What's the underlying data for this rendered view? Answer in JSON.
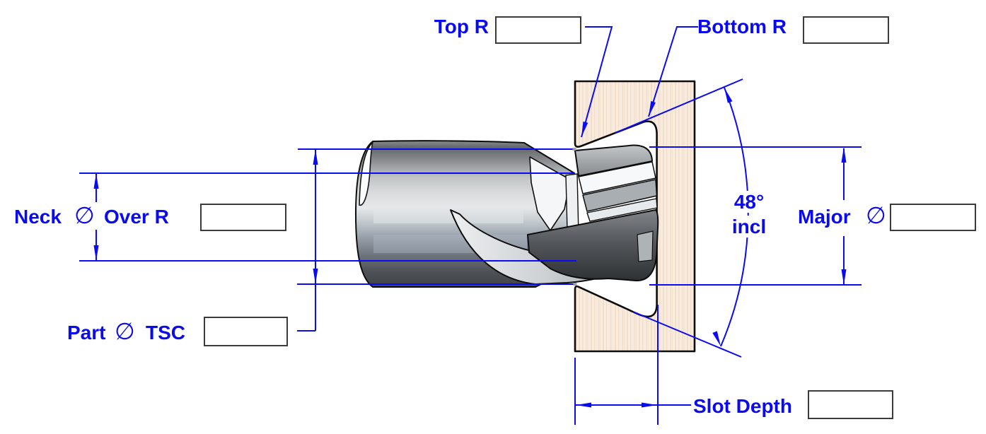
{
  "colors": {
    "annotation_blue": "#0b0bf2",
    "label_blue": "#0a0af0",
    "workpiece_tan": "#f9ecdf",
    "outline_black": "#0d0d0d",
    "input_border_gray": "#3b3b3b",
    "background": "#ffffff"
  },
  "angle": {
    "value": "48°",
    "qualifier": "incl"
  },
  "fields": {
    "top_r": {
      "label": "Top R",
      "value": ""
    },
    "bottom_r": {
      "label": "Bottom R",
      "value": ""
    },
    "neck_dia": {
      "label_prefix": "Neck",
      "diameter_symbol": "∅",
      "label_suffix": "Over R",
      "value": ""
    },
    "part_dia_tsc": {
      "label_prefix": "Part",
      "diameter_symbol": "∅",
      "label_suffix": "TSC",
      "value": ""
    },
    "major_dia": {
      "label_prefix": "Major",
      "diameter_symbol": "∅",
      "value": ""
    },
    "slot_depth": {
      "label": "Slot Depth",
      "value": ""
    }
  }
}
